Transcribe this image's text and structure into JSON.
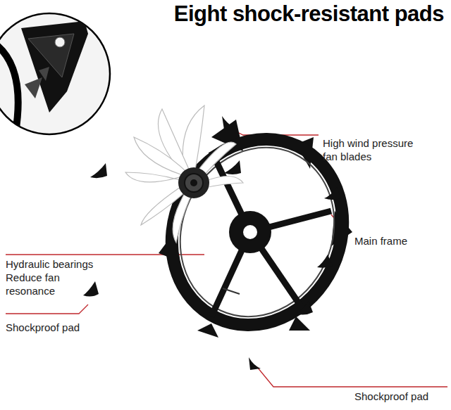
{
  "diagram": {
    "title": "Eight shock-resistant pads",
    "labels": [
      "High wind pressure fan blades",
      "Main frame",
      "Hydraulic bearings Reduce fan resonance",
      "Shockproof pad",
      "Shockproof pad"
    ]
  }
}
